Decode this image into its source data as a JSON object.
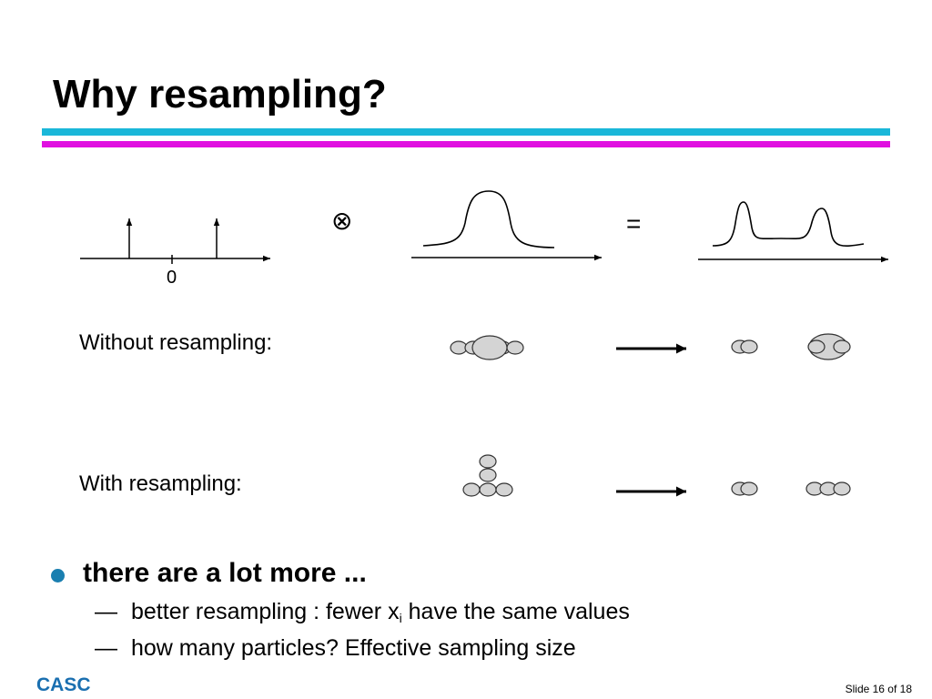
{
  "slide": {
    "title": "Why resampling?",
    "colors": {
      "cyan_rule": "#1ab7d9",
      "magenta_rule": "#e010e0",
      "bullet": "#1a7fb0",
      "footer_logo": "#1a6fb0",
      "particle_fill": "#d4d4d4",
      "particle_stroke": "#333333"
    }
  },
  "figure": {
    "otimes_symbol": "⊗",
    "equals_symbol": "=",
    "zero_label": "0",
    "without_label": "Without resampling:",
    "with_label": "With resampling:"
  },
  "bullets": {
    "main": "there are a lot more ...",
    "sub1_before": "better resampling : fewer x",
    "sub1_subscript": "i",
    "sub1_after": " have the same values",
    "sub2": "how many particles?  Effective sampling size",
    "dash": "—"
  },
  "footer": {
    "logo_text": "CASC",
    "page_label": "Slide 16 of 18"
  }
}
